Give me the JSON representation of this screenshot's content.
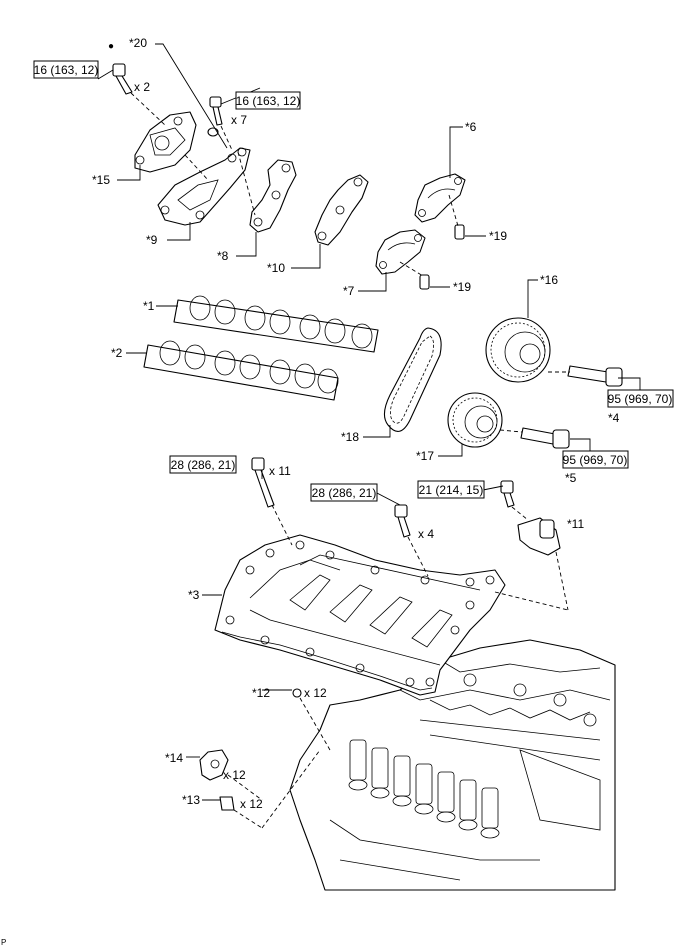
{
  "bullet_symbol": "●",
  "footer_code": "P",
  "callouts": {
    "c20": "*20",
    "c15": "*15",
    "c9": "*9",
    "c8": "*8",
    "c10": "*10",
    "c6": "*6",
    "c19a": "*19",
    "c19b": "*19",
    "c7": "*7",
    "c16": "*16",
    "c1": "*1",
    "c2": "*2",
    "c18": "*18",
    "c17": "*17",
    "c4": "*4",
    "c5": "*5",
    "c11": "*11",
    "c3": "*3",
    "c12": "*12",
    "c14": "*14",
    "c13": "*13"
  },
  "torque_specs": {
    "t15_bolt": "16 (163, 12)",
    "t9_bolt": "16 (163, 12)",
    "t4_bolt": "95 (969, 70)",
    "t5_bolt": "95 (969, 70)",
    "t3_long_bolt": "28 (286, 21)",
    "t3_short_bolt": "28 (286, 21)",
    "t11_bolt": "21 (214, 15)"
  },
  "quantities": {
    "q15_bolt": "x 2",
    "q9_bolt": "x 7",
    "q3_long_bolt": "x 11",
    "q3_short_bolt": "x 4",
    "q12": "x 12",
    "q14": "x 12",
    "q13": "x 12"
  }
}
